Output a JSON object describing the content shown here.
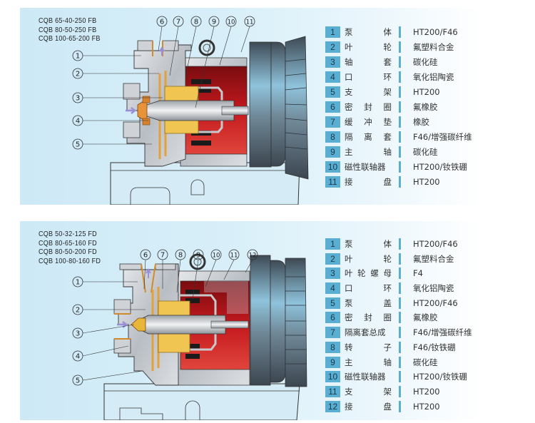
{
  "colors": {
    "panel_bg": "#cde9f6",
    "badge": "#5aaed2",
    "casing_red": "#b3151a",
    "liner_orange": "#e2a13f",
    "metal_grey": "#c9ccd0",
    "motor_dark": "#55616c",
    "flow_arrow": "#9a8ed8"
  },
  "panels": [
    {
      "models": [
        "CQB 65-40-250 FB",
        "CQB 80-50-250 FB",
        "CQB 100-65-200 FB"
      ],
      "callouts_left": [
        "1",
        "2",
        "3",
        "4",
        "5"
      ],
      "callouts_top": [
        "6",
        "7",
        "8",
        "9",
        "10",
        "11"
      ],
      "parts": [
        {
          "no": "1",
          "name": [
            "泵",
            "体"
          ],
          "material": "HT200/F46"
        },
        {
          "no": "2",
          "name": [
            "叶",
            "轮"
          ],
          "material": "氟塑料合金"
        },
        {
          "no": "3",
          "name": [
            "轴",
            "套"
          ],
          "material": "碳化硅"
        },
        {
          "no": "4",
          "name": [
            "口",
            "环"
          ],
          "material": "氧化铝陶瓷"
        },
        {
          "no": "5",
          "name": [
            "支",
            "架"
          ],
          "material": "HT200"
        },
        {
          "no": "6",
          "name": [
            "密",
            "封",
            "圈"
          ],
          "material": "氟橡胶"
        },
        {
          "no": "7",
          "name": [
            "缓",
            "冲",
            "垫"
          ],
          "material": "橡胶"
        },
        {
          "no": "8",
          "name": [
            "隔",
            "离",
            "套"
          ],
          "material": "F46/增强碳纤维"
        },
        {
          "no": "9",
          "name": [
            "主",
            "轴"
          ],
          "material": "碳化硅"
        },
        {
          "no": "10",
          "name": [
            "磁性联轴器"
          ],
          "material": "HT200/钕铁硼"
        },
        {
          "no": "11",
          "name": [
            "接",
            "盘"
          ],
          "material": "HT200"
        }
      ]
    },
    {
      "models": [
        "CQB 50-32-125 FD",
        "CQB 80-65-160 FD",
        "CQB 80-50-200 FD",
        "CQB 100-80-160 FD"
      ],
      "callouts_left": [
        "1",
        "2",
        "3",
        "4",
        "5"
      ],
      "callouts_top": [
        "6",
        "7",
        "8",
        "9",
        "10",
        "11",
        "12"
      ],
      "parts": [
        {
          "no": "1",
          "name": [
            "泵",
            "体"
          ],
          "material": "HT200/F46"
        },
        {
          "no": "2",
          "name": [
            "叶",
            "轮"
          ],
          "material": "氟塑料合金"
        },
        {
          "no": "3",
          "name": [
            "叶",
            "轮",
            "螺",
            "母"
          ],
          "material": "F4"
        },
        {
          "no": "4",
          "name": [
            "口",
            "环"
          ],
          "material": "氧化铝陶瓷"
        },
        {
          "no": "5",
          "name": [
            "泵",
            "盖"
          ],
          "material": "HT200/F46"
        },
        {
          "no": "6",
          "name": [
            "密",
            "封",
            "圈"
          ],
          "material": "氟橡胶"
        },
        {
          "no": "7",
          "name": [
            "隔离套总成"
          ],
          "material": "F46/增强碳纤维"
        },
        {
          "no": "8",
          "name": [
            "转",
            "子"
          ],
          "material": "F46/钕铁硼"
        },
        {
          "no": "9",
          "name": [
            "主",
            "轴"
          ],
          "material": "碳化硅"
        },
        {
          "no": "10",
          "name": [
            "磁性联轴器"
          ],
          "material": "HT200/钕铁硼"
        },
        {
          "no": "11",
          "name": [
            "支",
            "架"
          ],
          "material": "HT200"
        },
        {
          "no": "12",
          "name": [
            "接",
            "盘"
          ],
          "material": "HT200"
        }
      ]
    }
  ]
}
